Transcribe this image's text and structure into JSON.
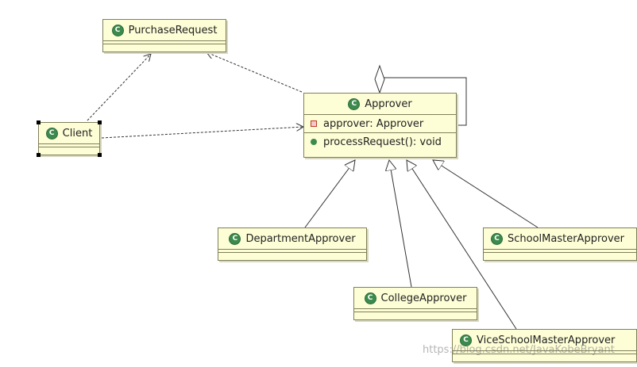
{
  "classes": {
    "purchase_request": {
      "name": "PurchaseRequest",
      "icon": "class-icon"
    },
    "client": {
      "name": "Client",
      "icon": "class-icon"
    },
    "approver": {
      "name": "Approver",
      "icon": "class-icon",
      "field": "approver: Approver",
      "method": "processRequest(): void"
    },
    "department_approver": {
      "name": "DepartmentApprover",
      "icon": "class-icon"
    },
    "college_approver": {
      "name": "CollegeApprover",
      "icon": "class-icon"
    },
    "vice_school_master_approver": {
      "name": "ViceSchoolMasterApprover",
      "icon": "class-icon"
    },
    "school_master_approver": {
      "name": "SchoolMasterApprover",
      "icon": "class-icon"
    }
  },
  "icon_letter": "C",
  "watermark": "https://blog.csdn.net/JavaKobeBryant",
  "colors": {
    "class_fill": "#fdfdd6",
    "class_border": "#7f7f5a",
    "class_icon": "#3c8a4e",
    "edge": "#333333"
  }
}
